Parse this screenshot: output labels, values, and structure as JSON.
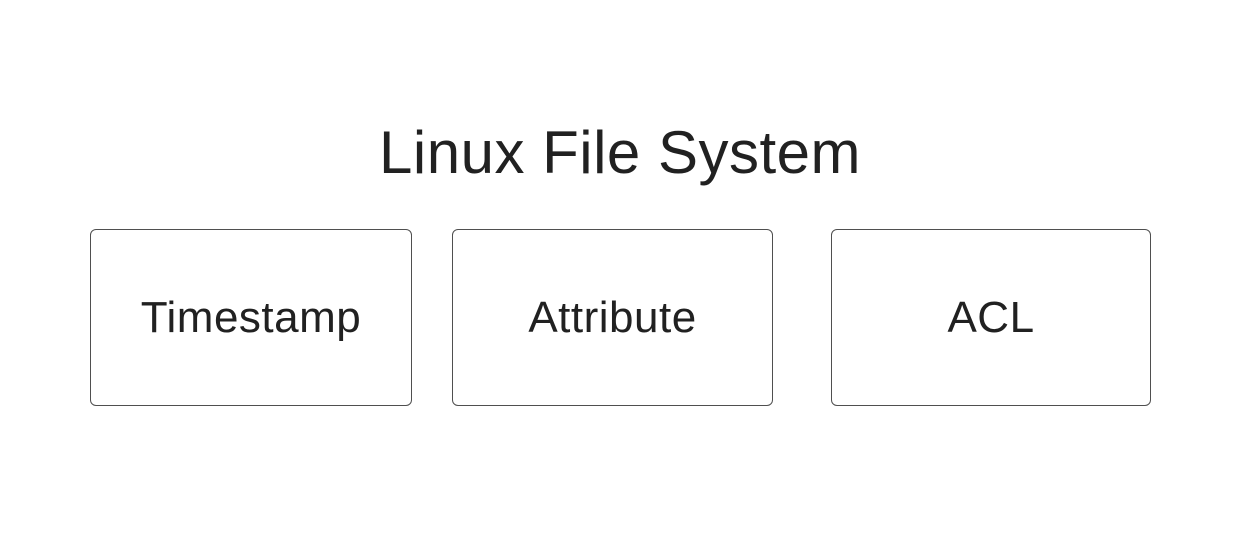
{
  "page": {
    "background_color": "#ffffff"
  },
  "diagram": {
    "title": "Linux File System",
    "title_color": "#212121",
    "node_border_color": "#4f4f4f",
    "node_label_color": "#212121",
    "boxes": [
      {
        "label": "Timestamp"
      },
      {
        "label": "Attribute"
      },
      {
        "label": "ACL"
      }
    ]
  }
}
